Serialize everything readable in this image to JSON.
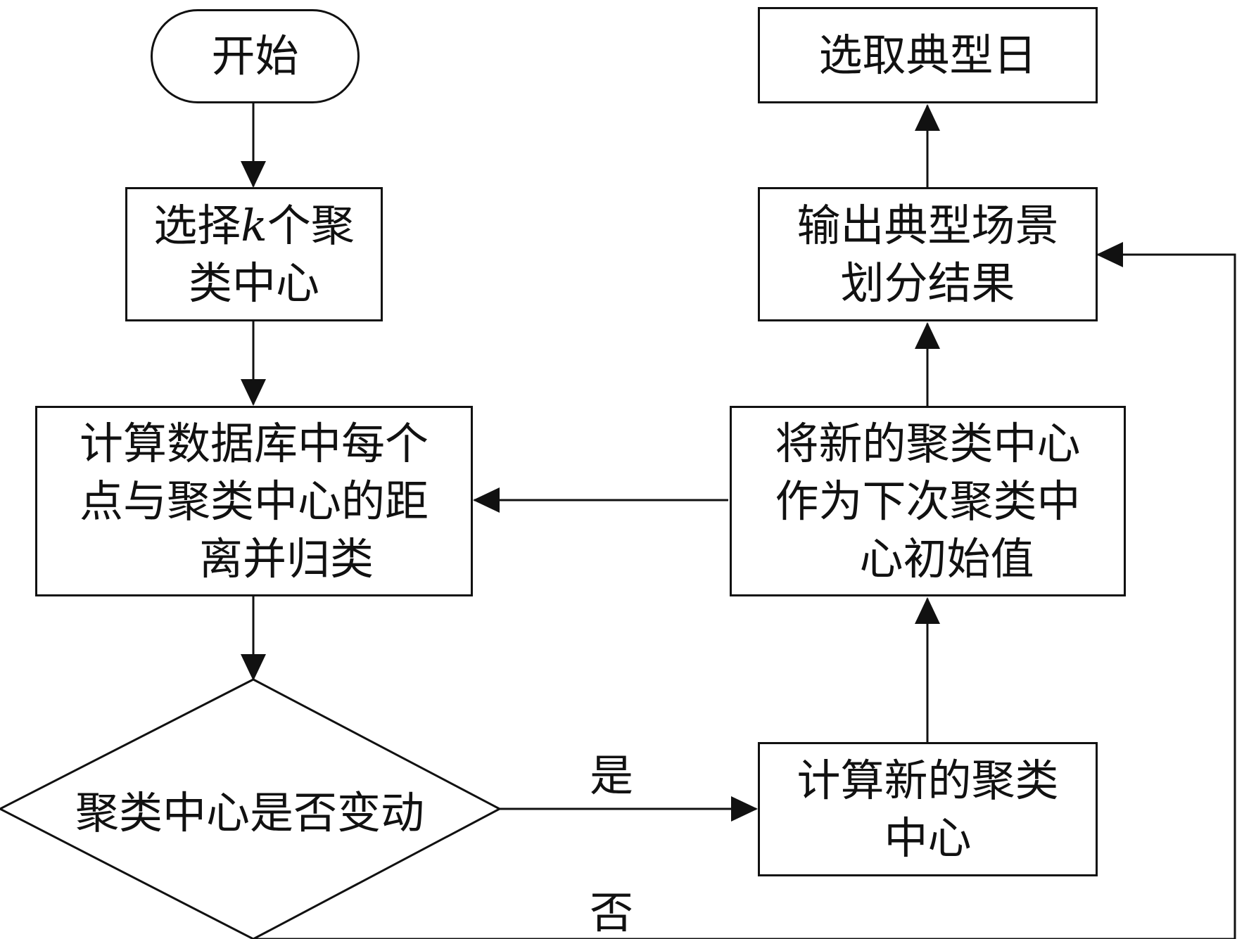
{
  "nodes": {
    "start": {
      "label": "开始"
    },
    "select_centers": {
      "line1_pre": "选择",
      "line1_var": "k",
      "line1_post": "个聚",
      "line2": "类中心"
    },
    "compute_distance": {
      "line1": "计算数据库中每个",
      "line2": "点与聚类中心的距",
      "line3": "离并归类"
    },
    "decision": {
      "label": "聚类中心是否变动"
    },
    "compute_new": {
      "line1": "计算新的聚类",
      "line2": "中心"
    },
    "update_centers": {
      "line1": "将新的聚类中心",
      "line2": "作为下次聚类中",
      "line3": "心初始值"
    },
    "output": {
      "line1": "输出典型场景",
      "line2": "划分结果"
    },
    "select_day": {
      "label": "选取典型日"
    }
  },
  "edges": {
    "yes_label": "是",
    "no_label": "否"
  }
}
